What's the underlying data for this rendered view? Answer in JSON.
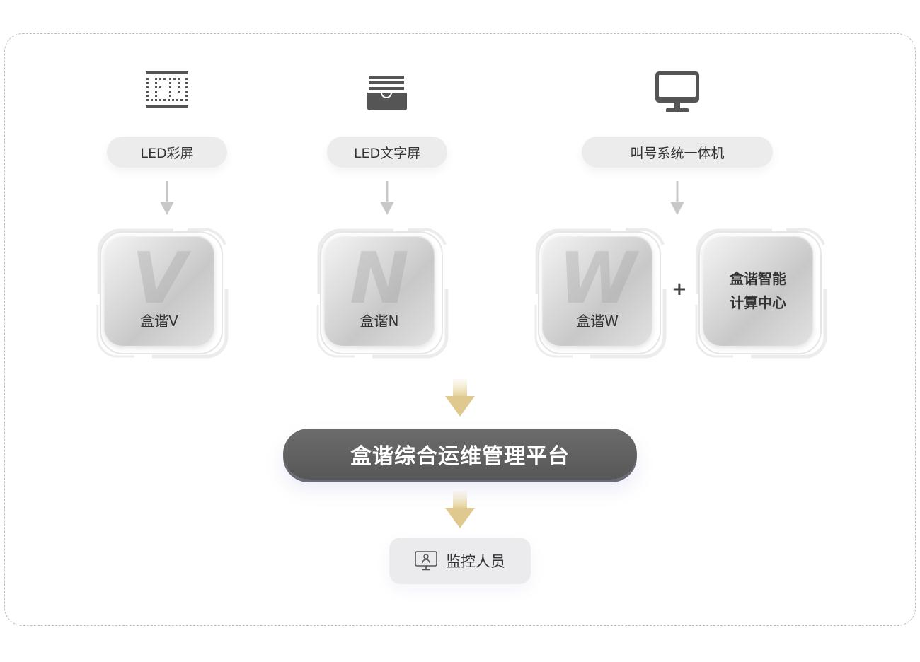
{
  "devices": [
    {
      "label": "LED彩屏",
      "icon": "led-color-screen-icon"
    },
    {
      "label": "LED文字屏",
      "icon": "led-text-screen-icon"
    },
    {
      "label": "叫号系统一体机",
      "icon": "monitor-icon"
    }
  ],
  "boxes": [
    {
      "letter": "V",
      "label": "盒谐V"
    },
    {
      "letter": "N",
      "label": "盒谐N"
    },
    {
      "letter": "W",
      "label": "盒谐W"
    }
  ],
  "compute_center": {
    "line1": "盒谐智能",
    "line2": "计算中心"
  },
  "plus": "+",
  "platform": {
    "label": "盒谐综合运维管理平台"
  },
  "monitor": {
    "label": "监控人员",
    "icon": "monitor-person-icon"
  },
  "colors": {
    "platform": "#5c5c5c",
    "gold_arrow": "#e0c98e",
    "pill": "#ececed",
    "arrow_gray": "#c8c8c8"
  }
}
